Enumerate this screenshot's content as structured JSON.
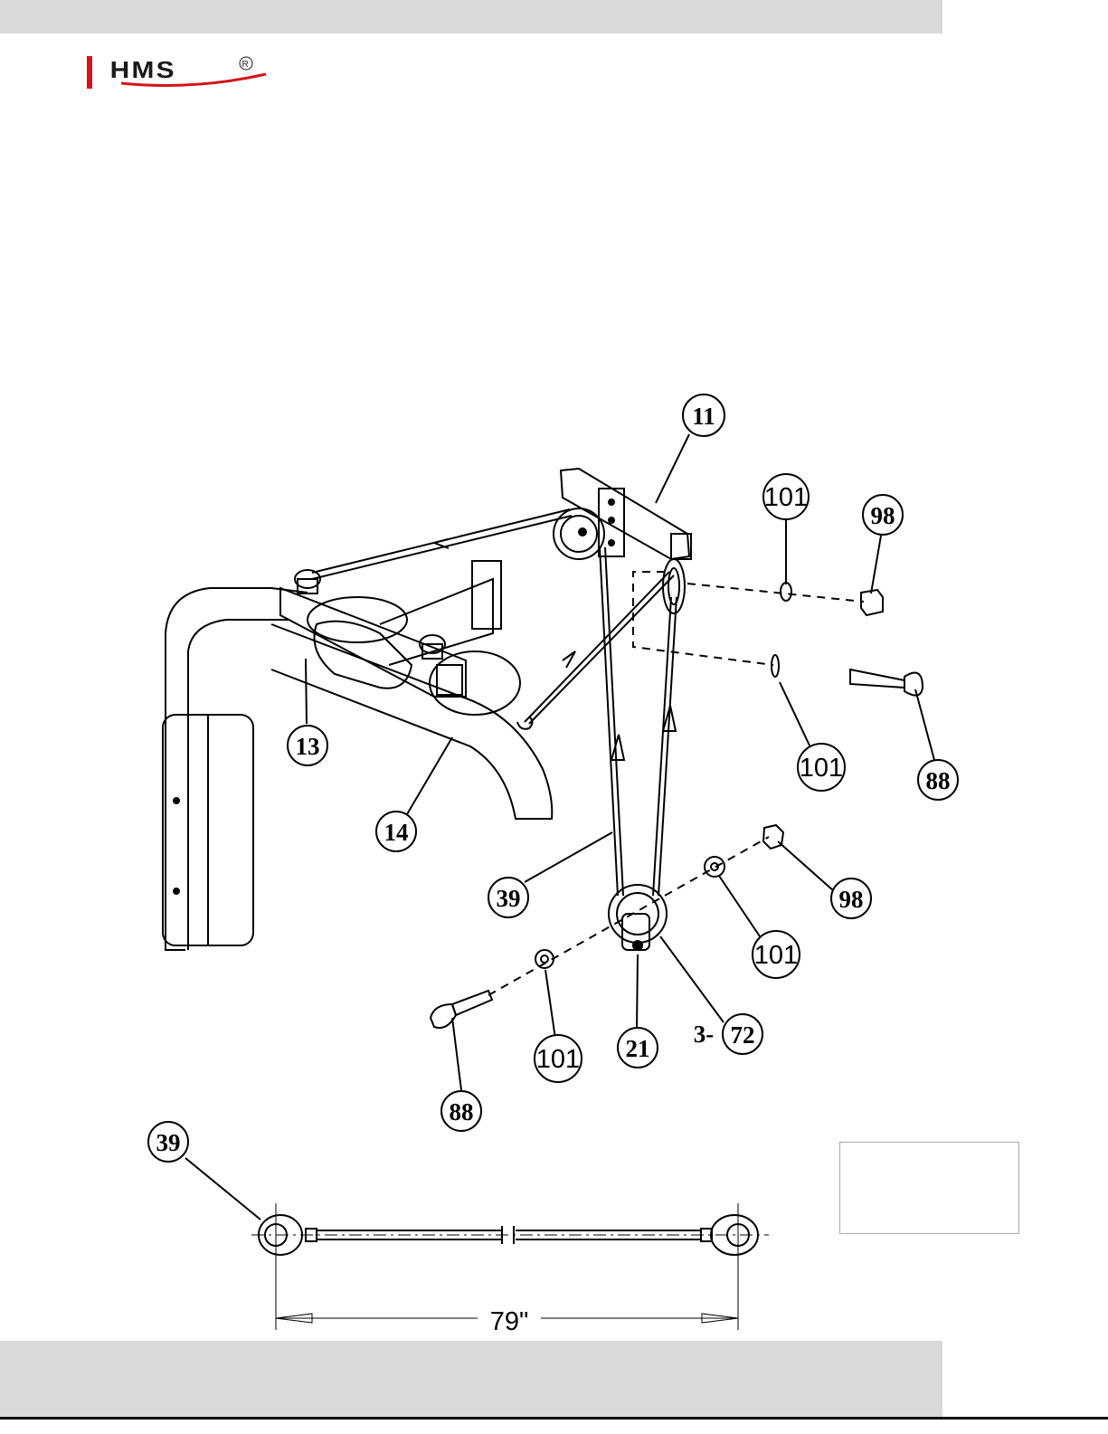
{
  "header": {
    "brand": "HMS",
    "registered_mark": "®"
  },
  "callouts": {
    "c11": "11",
    "c101a": "101",
    "c98a": "98",
    "c13": "13",
    "c14": "14",
    "c101b": "101",
    "c88a": "88",
    "c39a": "39",
    "c98b": "98",
    "c101c": "101",
    "c21": "21",
    "c72": "72",
    "c72_prefix": "3-",
    "c101d": "101",
    "c88b": "88",
    "c39b": "39"
  },
  "cable_length": "79\"",
  "colors": {
    "brand_red": "#d4141a",
    "brand_dark": "#1a1a1a",
    "bar_gray": "#d9d9d9",
    "line": "#000000"
  }
}
